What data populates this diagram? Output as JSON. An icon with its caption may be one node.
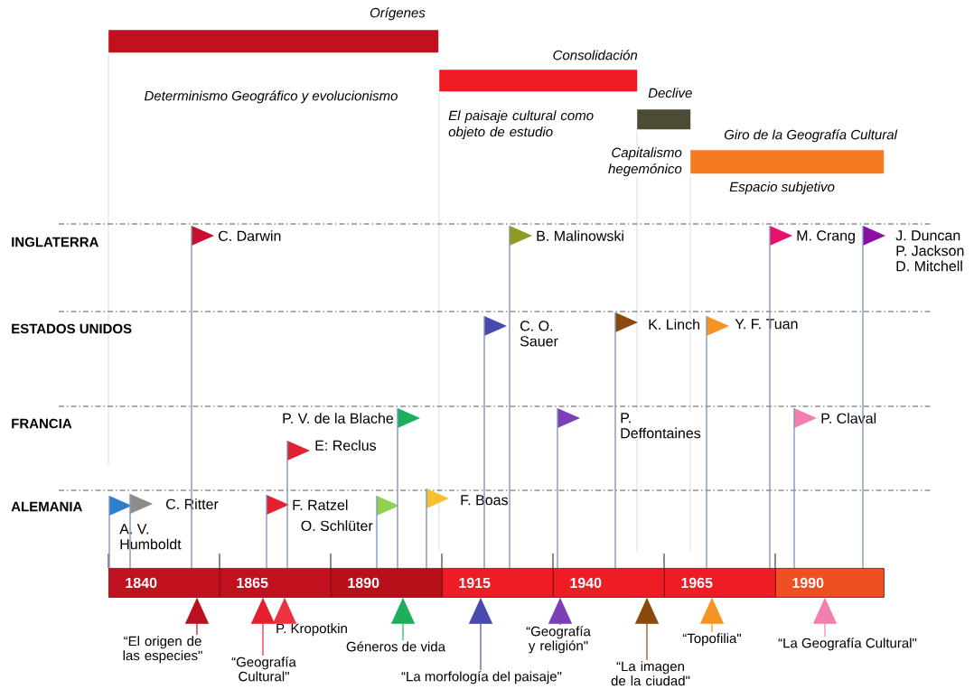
{
  "diagram": {
    "nodes": [
      {
        "text": [
          "Orígenes",
          "Determinismo Geográfico y evolucionismo"
        ]
      },
      {
        "text": [
          "Consolidación",
          "El paisaje cultural como objeto de estudio"
        ]
      },
      {
        "text": [
          "Declive",
          "Capitalismo hegemónico"
        ]
      },
      {
        "text": [
          "Giro de la Geografía Cultural",
          "Espacio subjetivo"
        ]
      },
      {
        "text": [
          "A. V. Humboldt"
        ]
      },
      {
        "text": [
          "C. Ritter"
        ]
      },
      {
        "text": [
          "C. Darwin"
        ]
      },
      {
        "text": [
          "F. Ratzel"
        ]
      },
      {
        "text": [
          "E: Reclus"
        ]
      },
      {
        "text": [
          "O. Schlüter"
        ]
      },
      {
        "text": [
          "P. V. de la Blache"
        ]
      },
      {
        "text": [
          "F. Boas"
        ]
      },
      {
        "text": [
          "C. O. Sauer"
        ]
      },
      {
        "text": [
          "B. Malinowski"
        ]
      },
      {
        "text": [
          "P. Deffontaines"
        ]
      },
      {
        "text": [
          "K. Linch"
        ]
      },
      {
        "text": [
          "Y. F. Tuan"
        ]
      },
      {
        "text": [
          "M. Crang"
        ]
      },
      {
        "text": [
          "J. Duncan P. Jackson D. Mitchell"
        ]
      },
      {
        "text": [
          "P. Claval"
        ]
      },
      {
        "text": [
          "1840"
        ]
      },
      {
        "text": [
          "1865"
        ]
      },
      {
        "text": [
          "1890"
        ]
      },
      {
        "text": [
          "1915"
        ]
      },
      {
        "text": [
          "1940"
        ]
      },
      {
        "text": [
          "1965"
        ]
      },
      {
        "text": [
          "1990"
        ]
      },
      {
        "text": [
          "“El origen de las especies\""
        ]
      },
      {
        "text": [
          "“Geografía Cultural\""
        ]
      },
      {
        "text": [
          "P. Kropotkin"
        ]
      },
      {
        "text": [
          "Géneros de vida"
        ]
      },
      {
        "text": [
          "“La morfología del paisaje\""
        ]
      },
      {
        "text": [
          "“Geografía y religión\""
        ]
      },
      {
        "text": [
          "“La imagen de la ciudad\""
        ]
      },
      {
        "text": [
          "“Topofilia\""
        ]
      },
      {
        "text": [
          "“La Geografía Cultural\""
        ]
      }
    ],
    "edges": [
      {
        "from": 4,
        "to": 20,
        "arrow": "none"
      },
      {
        "from": 5,
        "to": 20,
        "arrow": "none"
      },
      {
        "from": 6,
        "to": 20,
        "arrow": "none"
      },
      {
        "from": 7,
        "to": 21,
        "arrow": "none"
      },
      {
        "from": 8,
        "to": 21,
        "arrow": "none"
      },
      {
        "from": 9,
        "to": 22,
        "arrow": "none"
      },
      {
        "from": 10,
        "to": 22,
        "arrow": "none"
      },
      {
        "from": 11,
        "to": 22,
        "arrow": "none"
      },
      {
        "from": 12,
        "to": 23,
        "arrow": "none"
      },
      {
        "from": 13,
        "to": 23,
        "arrow": "none"
      },
      {
        "from": 14,
        "to": 24,
        "arrow": "none"
      },
      {
        "from": 15,
        "to": 24,
        "arrow": "none"
      },
      {
        "from": 16,
        "to": 25,
        "arrow": "none"
      },
      {
        "from": 17,
        "to": 25,
        "arrow": "none"
      },
      {
        "from": 18,
        "to": 26,
        "arrow": "none"
      },
      {
        "from": 19,
        "to": 26,
        "arrow": "none"
      },
      {
        "from": 27,
        "to": 20,
        "arrow": "to",
        "color": "#b8121f"
      },
      {
        "from": 28,
        "to": 21,
        "arrow": "to",
        "color": "#e5202e"
      },
      {
        "from": 29,
        "to": 21,
        "arrow": "to",
        "color": "#ec3440"
      },
      {
        "from": 30,
        "to": 22,
        "arrow": "to",
        "color": "#1fae5b"
      },
      {
        "from": 31,
        "to": 23,
        "arrow": "to",
        "color": "#4a49b0"
      },
      {
        "from": 32,
        "to": 24,
        "arrow": "to",
        "color": "#7b3fb8"
      },
      {
        "from": 33,
        "to": 24,
        "arrow": "to",
        "color": "#8b4a0c"
      },
      {
        "from": 34,
        "to": 25,
        "arrow": "to",
        "color": "#f59323"
      },
      {
        "from": 35,
        "to": 26,
        "arrow": "to",
        "color": "#f27fb0"
      }
    ],
    "labels": [
      "INGLATERRA",
      "ESTADOS UNIDOS",
      "FRANCIA",
      "ALEMANIA"
    ]
  }
}
